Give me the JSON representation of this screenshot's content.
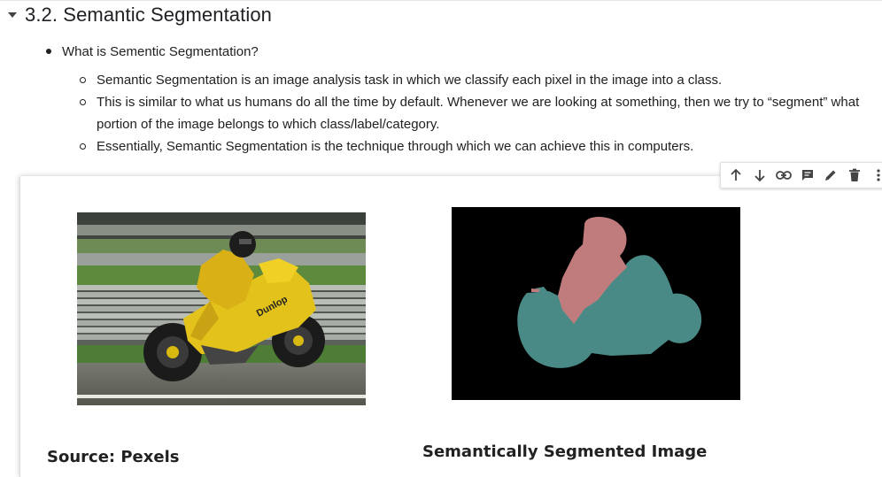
{
  "section": {
    "title": "3.2. Semantic Segmentation",
    "collapse_icon": "caret-down-icon"
  },
  "bullets": {
    "question": "What is Sementic Segmentation?",
    "points": [
      "Semantic Segmentation is an image analysis task in which we classify each pixel in the image into a class.",
      "This is similar to what us humans do all the time by default. Whenever we are looking at something, then we try to “segment” what portion of the image belongs to which class/label/category.",
      "Essentially, Semantic Segmentation is the technique through which we can achieve this in computers."
    ]
  },
  "toolbar": {
    "icons": [
      "arrow-up-icon",
      "arrow-down-icon",
      "link-icon",
      "comment-icon",
      "edit-icon",
      "delete-icon",
      "more-vert-icon"
    ]
  },
  "images": {
    "left_caption": "Source: Pexels",
    "right_caption": "Semantically Segmented Image"
  },
  "colors": {
    "person_mask": "#c07c7c",
    "motorbike_mask": "#4a8a86",
    "background_mask": "#000000"
  }
}
